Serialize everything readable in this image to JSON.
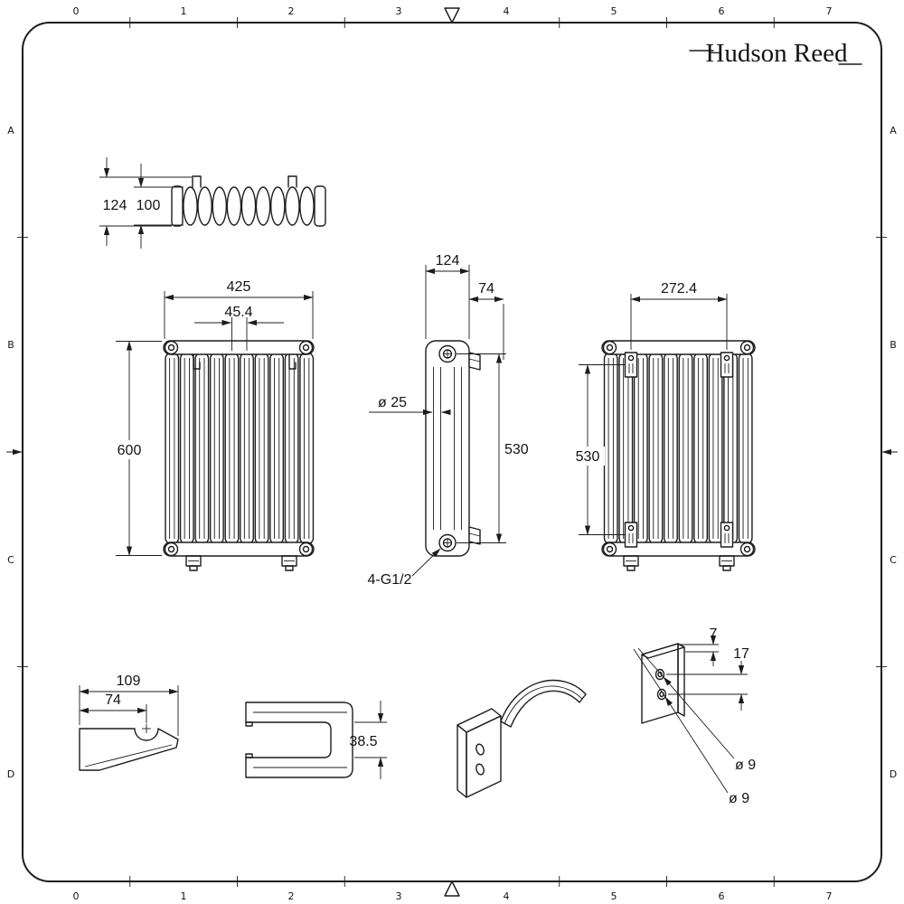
{
  "sheet": {
    "brand": "Hudson Reed",
    "grid_cols": [
      "0",
      "1",
      "2",
      "3",
      "4",
      "5",
      "6",
      "7"
    ],
    "grid_rows": [
      "A",
      "B",
      "C",
      "D"
    ]
  },
  "views": {
    "radiator_top": {
      "depth": "124",
      "column_depth": "100"
    },
    "radiator_front": {
      "width": "425",
      "column_pitch": "45.4",
      "height": "600"
    },
    "radiator_side": {
      "depth": "124",
      "bracket_offset": "74",
      "column_diameter": "ø 25",
      "tapping_centres": "530",
      "connections": "4-G1/2"
    },
    "radiator_rear": {
      "bracket_span": "272.4",
      "bracket_centres": "530"
    },
    "bracket_profile": {
      "length": "109",
      "centre_offset": "74"
    },
    "bracket_clip": {
      "slot_width": "38.5"
    },
    "bracket_plate": {
      "edge_offset": "7",
      "hole_pitch": "17",
      "hole_dia_1": "ø 9",
      "hole_dia_2": "ø 9"
    }
  }
}
